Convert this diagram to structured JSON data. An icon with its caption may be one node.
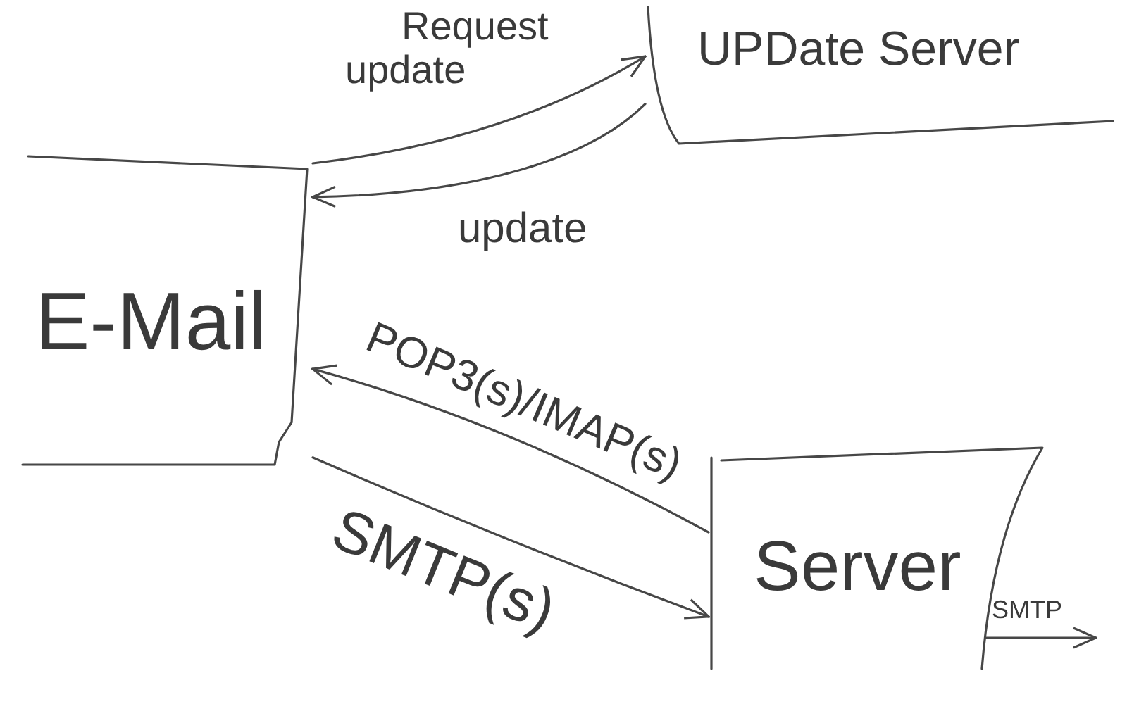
{
  "diagram": {
    "nodes": [
      {
        "text": [
          "E-Mail"
        ]
      },
      {
        "text": [
          "UPDate Server"
        ]
      },
      {
        "text": [
          "Server"
        ]
      }
    ],
    "edges": [
      {
        "from": 0,
        "to": 1,
        "label": "Request update",
        "arrow": "to"
      },
      {
        "from": 1,
        "to": 0,
        "label": "update",
        "arrow": "to"
      },
      {
        "from": 2,
        "to": 0,
        "label": "POP3(s)/IMAP(s)",
        "arrow": "to"
      },
      {
        "from": 0,
        "to": 2,
        "label": "SMTP(s)",
        "arrow": "to"
      },
      {
        "from": 2,
        "to": null,
        "label": "SMTP",
        "arrow": "to"
      }
    ]
  }
}
